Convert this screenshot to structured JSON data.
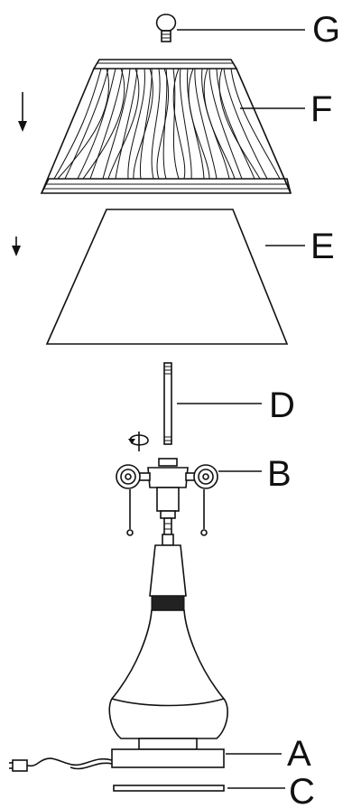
{
  "diagram": {
    "parts": [
      {
        "id": "G",
        "label": "G",
        "name": "finial"
      },
      {
        "id": "F",
        "label": "F",
        "name": "wire-cage-shade"
      },
      {
        "id": "E",
        "label": "E",
        "name": "fabric-shade"
      },
      {
        "id": "D",
        "label": "D",
        "name": "harp-rod"
      },
      {
        "id": "B",
        "label": "B",
        "name": "socket-cluster"
      },
      {
        "id": "A",
        "label": "A",
        "name": "base"
      },
      {
        "id": "C",
        "label": "C",
        "name": "felt-pad"
      }
    ],
    "line_color": "#111111",
    "background": "#ffffff"
  }
}
